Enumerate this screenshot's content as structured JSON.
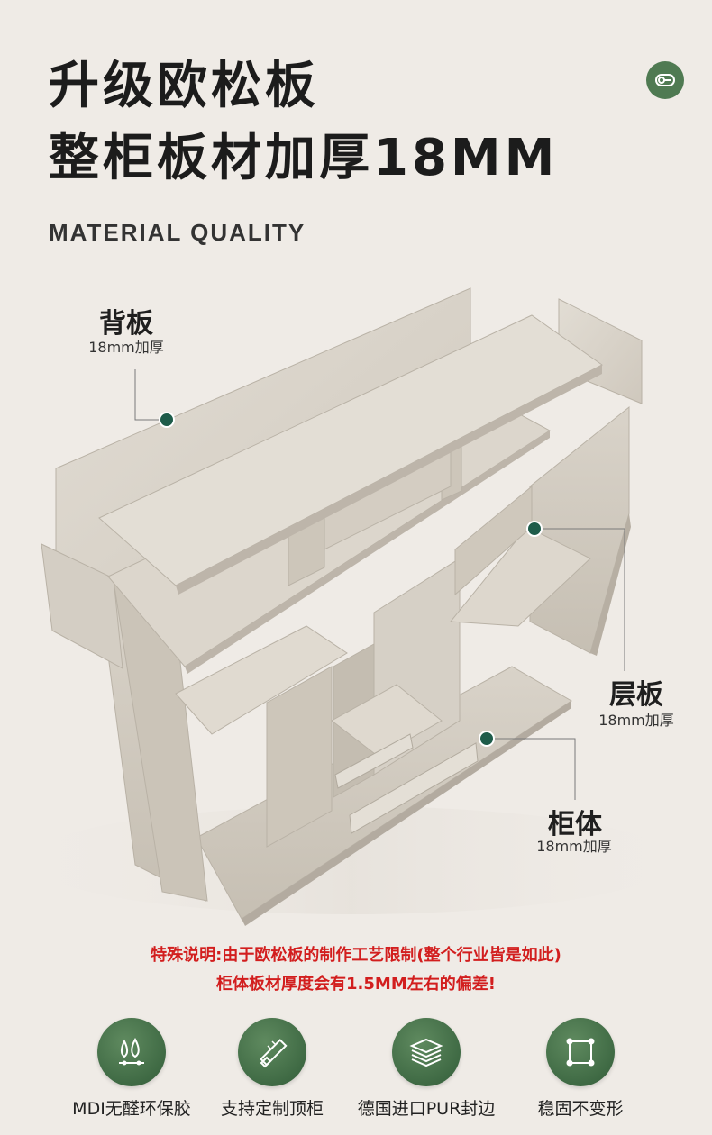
{
  "header": {
    "title_line1": "升级欧松板",
    "title_line2": "整柜板材加厚18MM",
    "subtitle": "MATERIAL QUALITY",
    "badge_icon": "roll-icon"
  },
  "callouts": [
    {
      "title": "背板",
      "sub": "18mm加厚"
    },
    {
      "title": "层板",
      "sub": "18mm加厚"
    },
    {
      "title": "柜体",
      "sub": "18mm加厚"
    }
  ],
  "note": {
    "line1": "特殊说明:由于欧松板的制作工艺限制(整个行业皆是如此)",
    "line2": "柜体板材厚度会有1.5MM左右的偏差!"
  },
  "features": [
    {
      "icon": "eco-glue-icon",
      "label": "MDI无醛环保胶"
    },
    {
      "icon": "ruler-pencil-icon",
      "label": "支持定制顶柜"
    },
    {
      "icon": "board-stack-icon",
      "label": "德国进口PUR封边"
    },
    {
      "icon": "stable-frame-icon",
      "label": "稳固不变形"
    }
  ],
  "colors": {
    "background": "#efebe6",
    "accent_green": "#4f7a52",
    "marker_green": "#1e5c4a",
    "note_red": "#d21e1e",
    "panel": "#d8d2c8"
  }
}
